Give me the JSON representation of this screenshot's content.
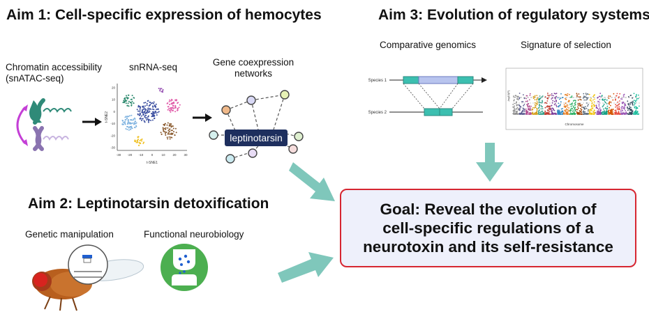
{
  "aims": {
    "aim1": {
      "title": "Aim 1: Cell-specific expression of hemocytes",
      "chromatin_label_line1": "Chromatin accessibility",
      "chromatin_label_line2": "(snATAC-seq)",
      "snrna_label": "snRNA-seq",
      "network_label_line1": "Gene coexpression",
      "network_label_line2": "networks",
      "hub_gene": "leptinotarsin",
      "umap": {
        "xlabel": "t-SNE1",
        "ylabel": "t-SNE2",
        "xticks": [
          "-30",
          "-20",
          "-10",
          "0",
          "10",
          "20",
          "30"
        ],
        "yticks": [
          "20",
          "10",
          "0",
          "-10",
          "-20",
          "-30"
        ]
      }
    },
    "aim2": {
      "title": "Aim 2: Leptinotarsin detoxification",
      "left_label": "Genetic manipulation",
      "right_label": "Functional neurobiology"
    },
    "aim3": {
      "title": "Aim 3: Evolution of regulatory systems",
      "left_label": "Comparative genomics",
      "right_label": "Signature of selection",
      "species1": "Species 1",
      "species2": "Species 2",
      "manhattan_xlabel": "Chromosome",
      "manhattan_ylabel": "-log10(P)"
    }
  },
  "goal": {
    "line1": "Goal: Reveal the evolution of",
    "line2": "cell-specific regulations of a",
    "line3": "neurotoxin and its self-resistance"
  },
  "colors": {
    "teal_arrow": "#7fc7bb",
    "goal_border": "#d62631",
    "goal_fill": "#eef0fb",
    "hub_fill": "#1e2f5e",
    "chromosome_green": "#2f8a78",
    "chromosome_purple": "#8a73b0",
    "synapse_green": "#4caf50"
  }
}
